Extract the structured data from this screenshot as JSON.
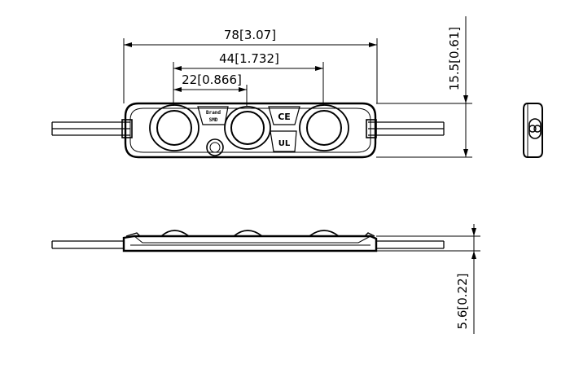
{
  "drawing": {
    "dimensions": {
      "overall_length": "78[3.07]",
      "lens_pitch_outer": "44[1.732]",
      "lens_pitch": "22[0.866]",
      "module_width": "15.5[0.61]",
      "module_height": "5.6[0.22]"
    },
    "labels": {
      "logo_line1": "Brand",
      "logo_line2": "SMD",
      "ce_mark": "CE",
      "ul_mark": "UL"
    },
    "colors": {
      "line": "#000000",
      "background": "#ffffff"
    }
  }
}
